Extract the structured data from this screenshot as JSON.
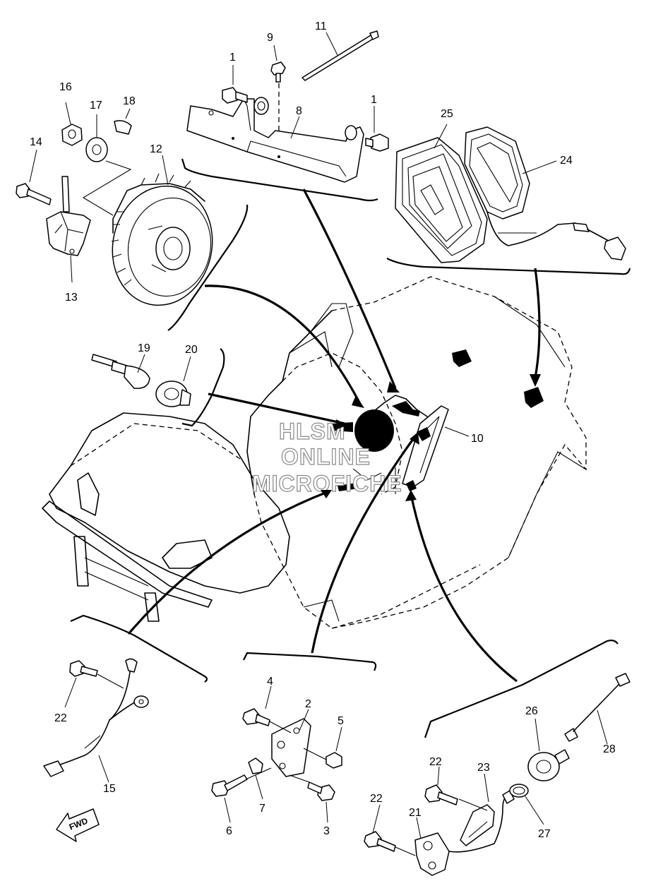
{
  "callouts": {
    "c1a": "1",
    "c1b": "1",
    "c2": "2",
    "c3": "3",
    "c4": "4",
    "c5": "5",
    "c6": "6",
    "c7": "7",
    "c8": "8",
    "c9": "9",
    "c10": "10",
    "c11": "11",
    "c12": "12",
    "c13": "13",
    "c14": "14",
    "c15": "15",
    "c16": "16",
    "c17": "17",
    "c18": "18",
    "c19": "19",
    "c20": "20",
    "c21": "21",
    "c22a": "22",
    "c22b": "22",
    "c22c": "22",
    "c23": "23",
    "c24": "24",
    "c25": "25",
    "c26": "26",
    "c27": "27",
    "c28": "28"
  },
  "watermark": {
    "line1": "HLSM",
    "line2": "ONLINE",
    "line3": "MICROFICHE"
  },
  "fwd_label": "FWD"
}
